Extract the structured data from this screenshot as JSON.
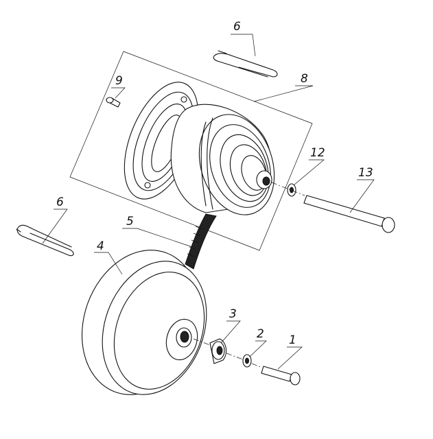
{
  "diagram": {
    "callouts": [
      {
        "id": "c1",
        "label": "1"
      },
      {
        "id": "c2",
        "label": "2"
      },
      {
        "id": "c3",
        "label": "3"
      },
      {
        "id": "c4",
        "label": "4"
      },
      {
        "id": "c5",
        "label": "5"
      },
      {
        "id": "c6a",
        "label": "6"
      },
      {
        "id": "c6b",
        "label": "6"
      },
      {
        "id": "c8",
        "label": "8"
      },
      {
        "id": "c9",
        "label": "9"
      },
      {
        "id": "c12",
        "label": "12"
      },
      {
        "id": "c13",
        "label": "13"
      }
    ]
  },
  "colors": {
    "line": "#111111",
    "background": "#ffffff"
  }
}
